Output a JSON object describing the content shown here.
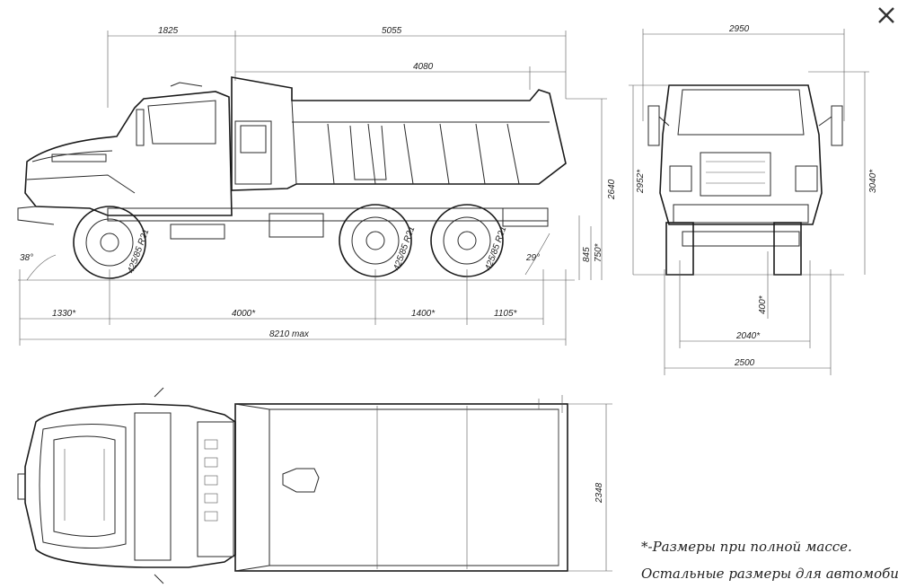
{
  "side_view": {
    "dims": {
      "front_overhang_top": "1825",
      "length_top": "5055",
      "body_length": "4080",
      "front_overhang": "1330*",
      "wheelbase_1": "4000*",
      "wheelbase_2": "1400*",
      "rear_overhang": "1105*",
      "overall_length": "8210 max",
      "height_body": "2640",
      "frame_height": "845",
      "frame_height_2": "750*",
      "approach_angle": "38°",
      "departure_angle": "29°",
      "tyre_front": "425/85 R21",
      "tyre_mid": "425/85 R21",
      "tyre_rear": "425/85 R21"
    }
  },
  "front_view": {
    "dims": {
      "mirror_width": "2950",
      "height_cab": "2952*",
      "overall_height": "3040*",
      "ground_clearance": "400*",
      "track": "2040*",
      "overall_width": "2500"
    }
  },
  "top_view": {
    "dims": {
      "body_width": "2348"
    }
  },
  "notes": {
    "line1": "*-Размеры при полной массе.",
    "line2": "Остальные размеры для автомобиля"
  },
  "close_icon_glyph": "✕"
}
